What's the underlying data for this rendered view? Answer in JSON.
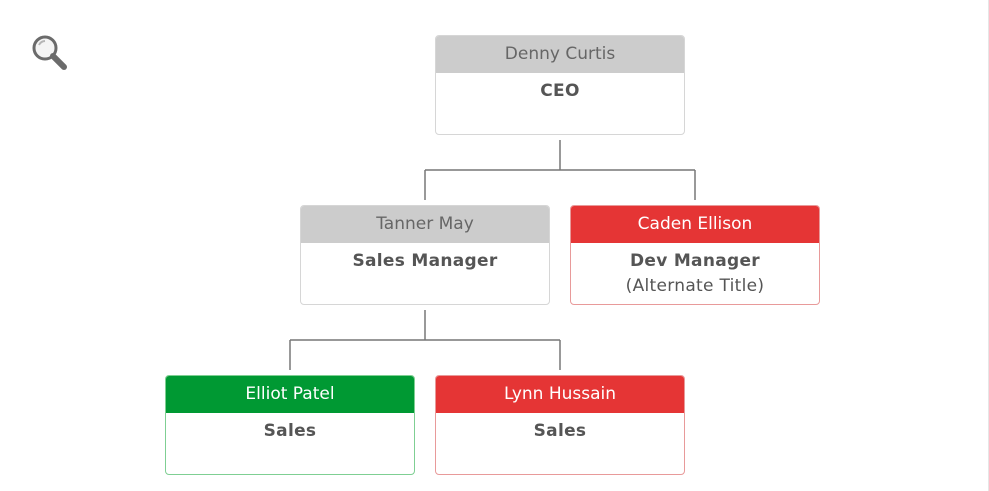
{
  "toolbar": {
    "zoom_icon": "magnifier-icon"
  },
  "colors": {
    "neutral_header": "#cccccc",
    "red_header": "#e53535",
    "green_header": "#009933",
    "connector": "#777777"
  },
  "nodes": {
    "ceo": {
      "name": "Denny Curtis",
      "title": "CEO"
    },
    "sales_manager": {
      "name": "Tanner May",
      "title": "Sales Manager"
    },
    "dev_manager": {
      "name": "Caden Ellison",
      "title": "Dev Manager",
      "alt_title": "(Alternate Title)"
    },
    "sales_1": {
      "name": "Elliot Patel",
      "title": "Sales"
    },
    "sales_2": {
      "name": "Lynn Hussain",
      "title": "Sales"
    }
  }
}
